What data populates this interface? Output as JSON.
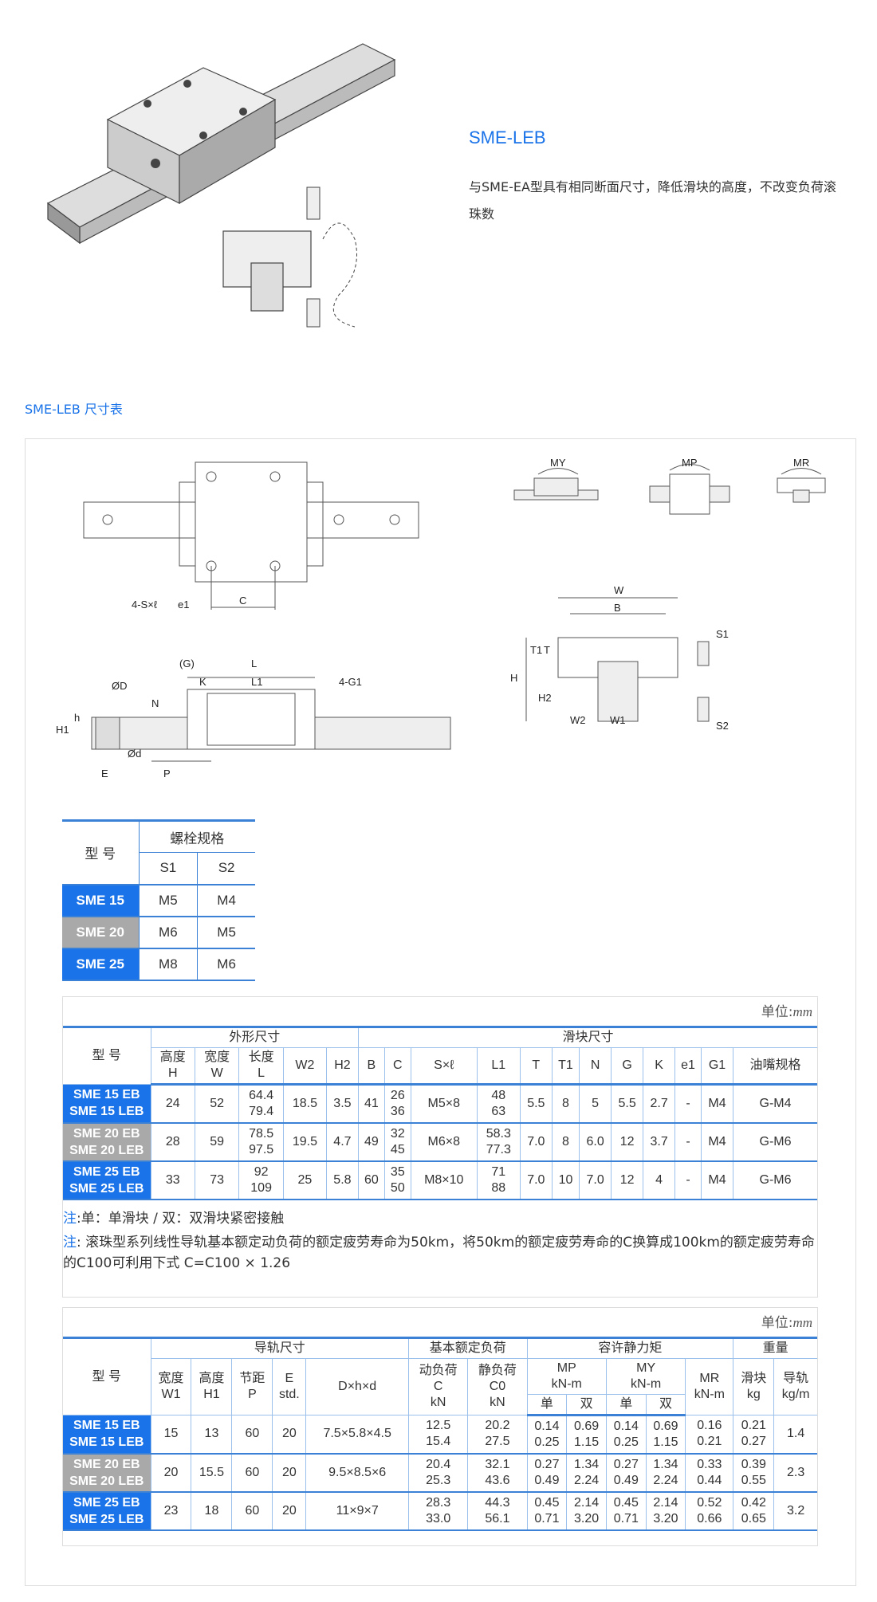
{
  "product": {
    "title": "SME-LEB",
    "description": "与SME-EA型具有相同断面尺寸，降低滑块的高度，不改变负荷滚珠数"
  },
  "section_title": "SME-LEB 尺寸表",
  "drawing_labels": {
    "my": "MY",
    "mp": "MP",
    "mr": "MR",
    "w": "W",
    "b": "B",
    "s1": "S1",
    "s2": "S2",
    "t1": "T1",
    "t": "T",
    "h": "H",
    "h2": "H2",
    "w2": "W2",
    "w1": "W1",
    "four_s_l": "4-S×ℓ",
    "e1": "e1",
    "c": "C",
    "g": "(G)",
    "l": "L",
    "k": "K",
    "l1": "L1",
    "four_g1": "4-G1",
    "od": "ØD",
    "n": "N",
    "hh": "h",
    "h1": "H1",
    "phid": "Ød",
    "e": "E",
    "p": "P"
  },
  "bolt_table": {
    "header_model": "型 号",
    "header_bolt": "螺栓规格",
    "sub": [
      "S1",
      "S2"
    ],
    "rows": [
      {
        "model": "SME 15",
        "s1": "M5",
        "s2": "M4",
        "shade": "blue"
      },
      {
        "model": "SME 20",
        "s1": "M6",
        "s2": "M5",
        "shade": "grey"
      },
      {
        "model": "SME 25",
        "s1": "M8",
        "s2": "M6",
        "shade": "blue"
      }
    ]
  },
  "unit_label": "单位:",
  "unit_value": "mm",
  "dim_table": {
    "model": "型 号",
    "group_outer": "外形尺寸",
    "group_block": "滑块尺寸",
    "cols": [
      "高度 H",
      "宽度 W",
      "长度 L",
      "W2",
      "H2",
      "B",
      "C",
      "S×ℓ",
      "L1",
      "T",
      "T1",
      "N",
      "G",
      "K",
      "e1",
      "G1",
      "油嘴规格"
    ],
    "rows": [
      {
        "model": "SME 15 EB\nSME 15 LEB",
        "shade": "blue",
        "v": [
          "24",
          "52",
          "64.4\n79.4",
          "18.5",
          "3.5",
          "41",
          "26\n36",
          "M5×8",
          "48\n63",
          "5.5",
          "8",
          "5",
          "5.5",
          "2.7",
          "-",
          "M4",
          "G-M4"
        ]
      },
      {
        "model": "SME 20 EB\nSME 20 LEB",
        "shade": "grey",
        "v": [
          "28",
          "59",
          "78.5\n97.5",
          "19.5",
          "4.7",
          "49",
          "32\n45",
          "M6×8",
          "58.3\n77.3",
          "7.0",
          "8",
          "6.0",
          "12",
          "3.7",
          "-",
          "M4",
          "G-M6"
        ]
      },
      {
        "model": "SME 25 EB\nSME 25 LEB",
        "shade": "blue",
        "v": [
          "33",
          "73",
          "92\n109",
          "25",
          "5.8",
          "60",
          "35\n50",
          "M8×10",
          "71\n88",
          "7.0",
          "10",
          "7.0",
          "12",
          "4",
          "-",
          "M4",
          "G-M6"
        ]
      }
    ],
    "note1_mark": "注",
    "note1": ":单：单滑块 / 双：双滑块紧密接触",
    "note2_mark": "注",
    "note2": ": 滚珠型系列线性导轨基本额定动负荷的额定疲劳寿命为50km，将50km的额定疲劳寿命的C换算成100km的额定疲劳寿命的C100可利用下式 C=C100 × 1.26"
  },
  "load_table": {
    "model": "型 号",
    "group_rail": "导轨尺寸",
    "group_load": "基本额定负荷",
    "group_moment": "容许静力矩",
    "group_weight": "重量",
    "cols": [
      "宽度 W1",
      "高度 H1",
      "节距 P",
      "E std.",
      "D×h×d",
      "动负荷 C kN",
      "静负荷 C0 kN",
      "MP kN-m",
      "MY kN-m",
      "MR kN-m",
      "滑块 kg",
      "导轨 kg/m"
    ],
    "sub_single": "单",
    "sub_double": "双",
    "rows": [
      {
        "model": "SME 15 EB\nSME 15 LEB",
        "shade": "blue",
        "v": [
          "15",
          "13",
          "60",
          "20",
          "7.5×5.8×4.5",
          "12.5\n15.4",
          "20.2\n27.5",
          "0.14\n0.25",
          "0.69\n1.15",
          "0.14\n0.25",
          "0.69\n1.15",
          "0.16\n0.21",
          "0.21\n0.27",
          "1.4"
        ]
      },
      {
        "model": "SME 20 EB\nSME 20 LEB",
        "shade": "grey",
        "v": [
          "20",
          "15.5",
          "60",
          "20",
          "9.5×8.5×6",
          "20.4\n25.3",
          "32.1\n43.6",
          "0.27\n0.49",
          "1.34\n2.24",
          "0.27\n0.49",
          "1.34\n2.24",
          "0.33\n0.44",
          "0.39\n0.55",
          "2.3"
        ]
      },
      {
        "model": "SME 25 EB\nSME 25 LEB",
        "shade": "blue",
        "v": [
          "23",
          "18",
          "60",
          "20",
          "11×9×7",
          "28.3\n33.0",
          "44.3\n56.1",
          "0.45\n0.71",
          "2.14\n3.20",
          "0.45\n0.71",
          "2.14\n3.20",
          "0.52\n0.66",
          "0.42\n0.65",
          "3.2"
        ]
      }
    ]
  }
}
